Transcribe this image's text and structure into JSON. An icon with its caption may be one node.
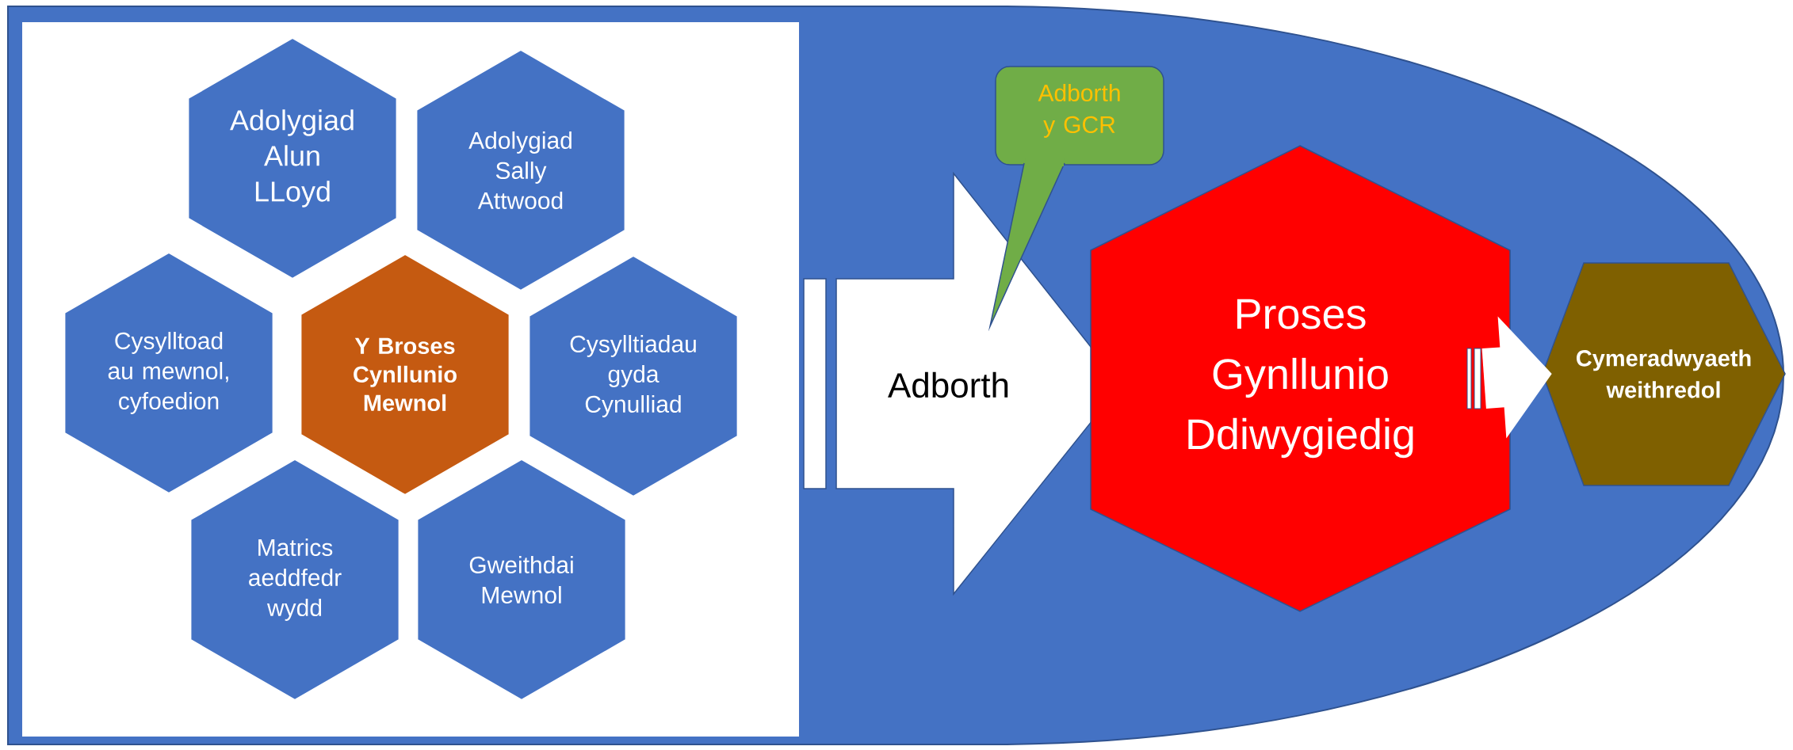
{
  "diagram": {
    "nodes": [
      {
        "text": [
          "Adolygiad Alun LLoyd"
        ]
      },
      {
        "text": [
          "Adolygiad Sally Attwood"
        ]
      },
      {
        "text": [
          "Cysylltoad au mewnol, cyfoedion"
        ]
      },
      {
        "text": [
          "Y Broses Cynllunio Mewnol"
        ]
      },
      {
        "text": [
          "Cysylltiadau gyda Cynulliad"
        ]
      },
      {
        "text": [
          "Matrics aeddfedr wydd"
        ]
      },
      {
        "text": [
          "Gweithdai Mewnol"
        ]
      },
      {
        "text": [
          "Adborth"
        ]
      },
      {
        "text": [
          "Adborth y GCR"
        ]
      },
      {
        "text": [
          "Proses Gynllunio Ddiwygiedig"
        ]
      },
      {
        "text": [
          "Cymeradwyaeth weithredol"
        ]
      }
    ],
    "edges": [
      {
        "from": 9,
        "to": 10,
        "arrow": "to"
      }
    ]
  }
}
